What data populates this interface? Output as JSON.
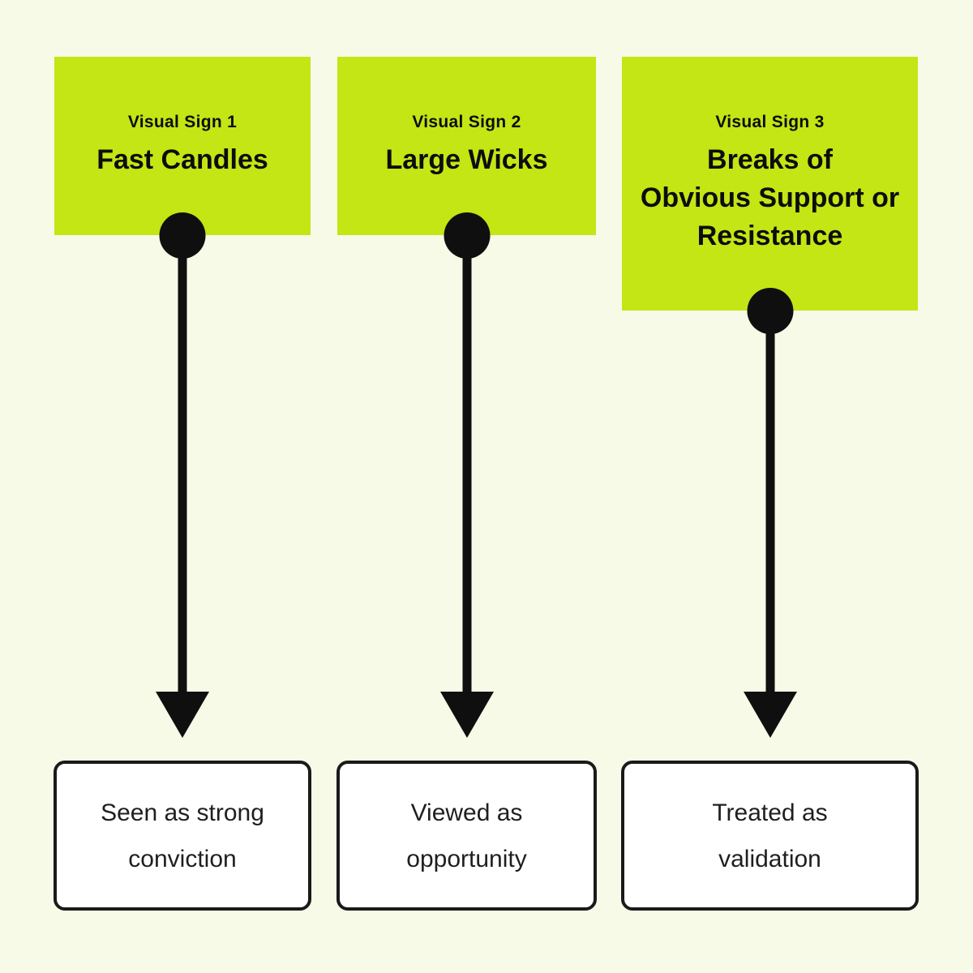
{
  "canvas": {
    "background": "#f7fae7",
    "accent": "#c3e614",
    "ink": "#0f0f0f",
    "result_border": "#1a1a1a"
  },
  "columns": [
    {
      "sign_label": "Visual Sign 1",
      "title_lines": [
        "Fast Candles"
      ],
      "result_lines": [
        "Seen as strong",
        "conviction"
      ]
    },
    {
      "sign_label": "Visual Sign 2",
      "title_lines": [
        "Large Wicks"
      ],
      "result_lines": [
        "Viewed as",
        "opportunity"
      ]
    },
    {
      "sign_label": "Visual Sign 3",
      "title_lines": [
        "Breaks of",
        "Obvious Support or",
        "Resistance"
      ],
      "result_lines": [
        "Treated as",
        "validation"
      ]
    }
  ]
}
